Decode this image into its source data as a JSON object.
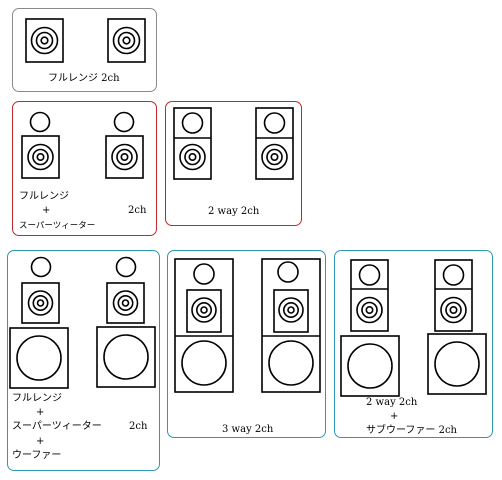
{
  "panels": [
    {
      "id": "full-range",
      "border_color": "#8a8a8a",
      "labels": {
        "title": "フルレンジ 2ch"
      }
    },
    {
      "id": "full-range-super-tweeter",
      "border_color": "#c0282b",
      "labels": {
        "line1": "フルレンジ",
        "plus": "+",
        "line2": "スーパーツィーター",
        "ch": "2ch"
      }
    },
    {
      "id": "two-way",
      "border_color": "#c0282b",
      "labels": {
        "title": "2 way 2ch"
      }
    },
    {
      "id": "full-range-super-tweeter-woofer",
      "border_color": "#2e98b0",
      "labels": {
        "line1": "フルレンジ",
        "plus1": "+",
        "line2": "スーパーツィーター",
        "ch": "2ch",
        "plus2": "+",
        "line3": "ウーファー"
      }
    },
    {
      "id": "three-way",
      "border_color": "#2e98b0",
      "labels": {
        "title": "3 way 2ch"
      }
    },
    {
      "id": "two-way-subwoofer",
      "border_color": "#2e98b0",
      "labels": {
        "line1": "2 way 2ch",
        "plus": "+",
        "line2": "サブウーファー 2ch"
      }
    }
  ]
}
